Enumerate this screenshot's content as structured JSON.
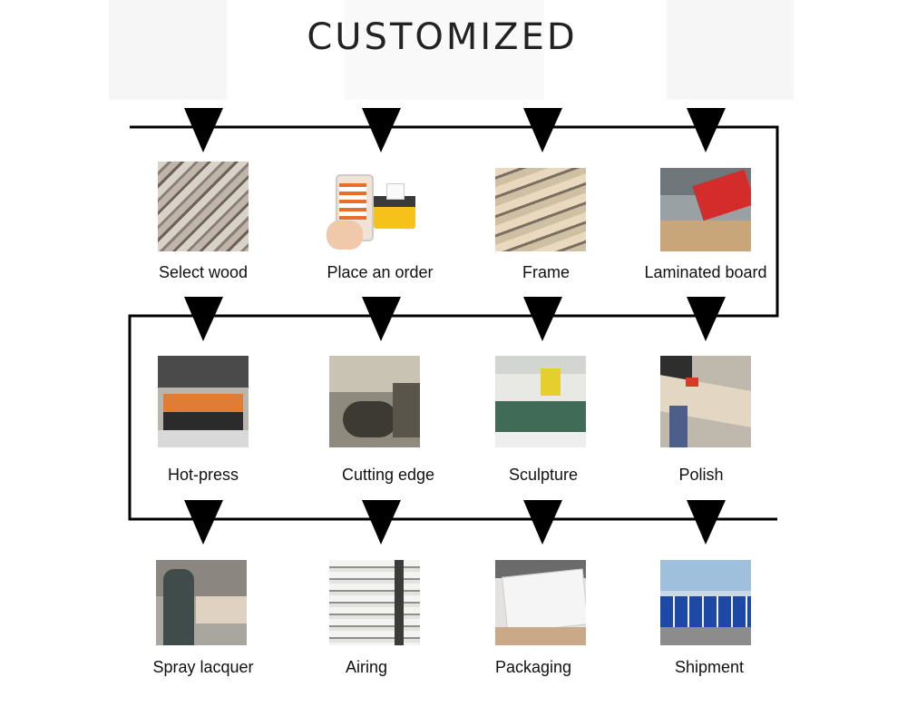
{
  "title": "CUSTOMIZED",
  "steps": [
    {
      "label": "Select wood"
    },
    {
      "label": "Place an order"
    },
    {
      "label": "Frame"
    },
    {
      "label": "Laminated board"
    },
    {
      "label": "Hot-press"
    },
    {
      "label": "Cutting edge"
    },
    {
      "label": "Sculpture"
    },
    {
      "label": "Polish"
    },
    {
      "label": "Spray lacquer"
    },
    {
      "label": "Airing"
    },
    {
      "label": "Packaging"
    },
    {
      "label": "Shipment"
    }
  ]
}
